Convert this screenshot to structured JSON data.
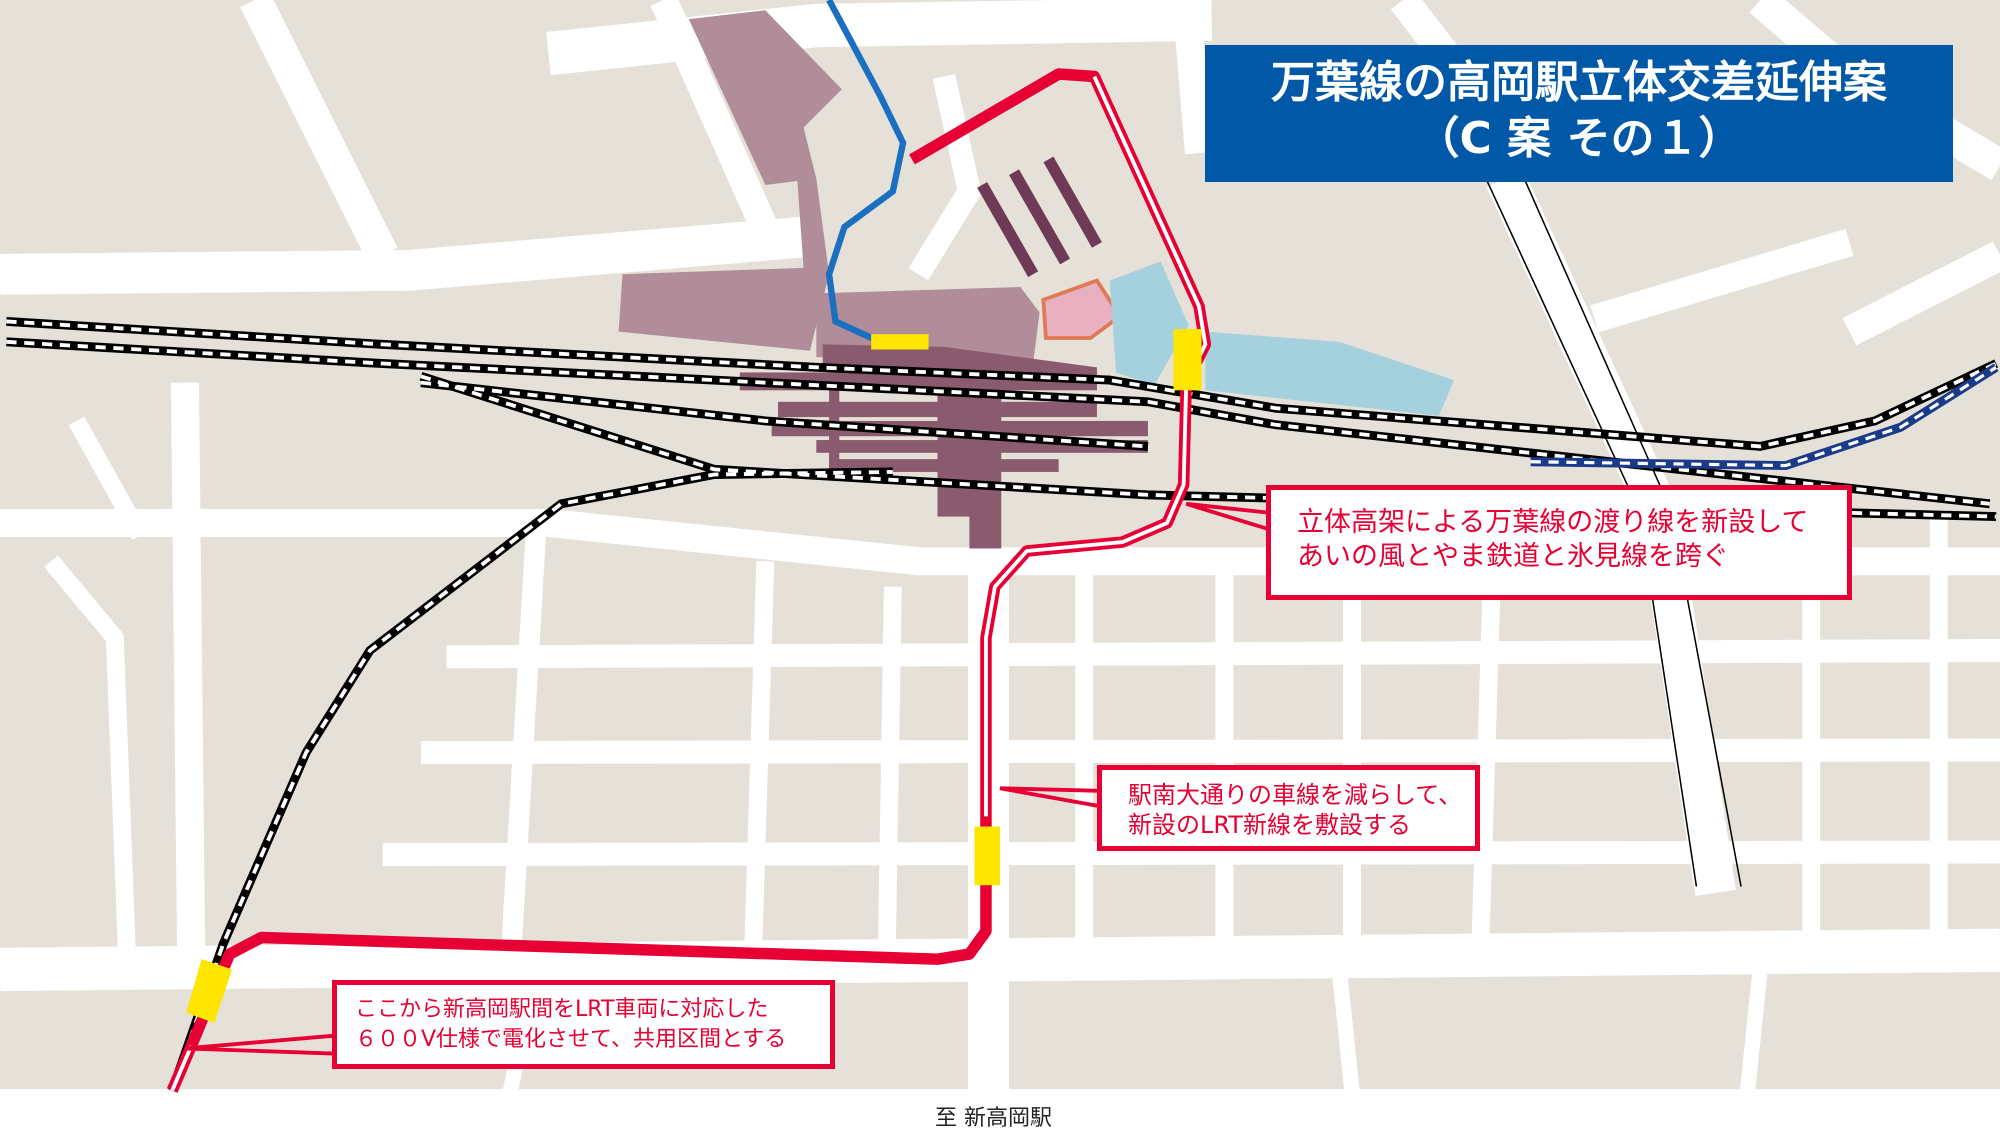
{
  "title": {
    "line1": "万葉線の高岡駅立体交差延伸案",
    "line2": "（C 案 その１）"
  },
  "callouts": [
    {
      "line1": "立体高架による万葉線の渡り線を新設して",
      "line2": "あいの風とやま鉄道と氷見線を跨ぐ"
    },
    {
      "line1": "駅南大通りの車線を減らして、",
      "line2": "新設のLRT新線を敷設する"
    },
    {
      "line1": "ここから新高岡駅間をLRT車両に対応した",
      "line2": "６００V仕様で電化させて、共用区間とする"
    }
  ],
  "destination_label": "至 新高岡駅",
  "colors": {
    "title_bg": "#0058a7",
    "route": "#e60033",
    "block": "#e6e1d8",
    "building": "#b08d98",
    "station_track": "#8a5a6e",
    "river": "#1a6fc0",
    "water": "#a5d0dd",
    "marker": "#ffe600"
  }
}
